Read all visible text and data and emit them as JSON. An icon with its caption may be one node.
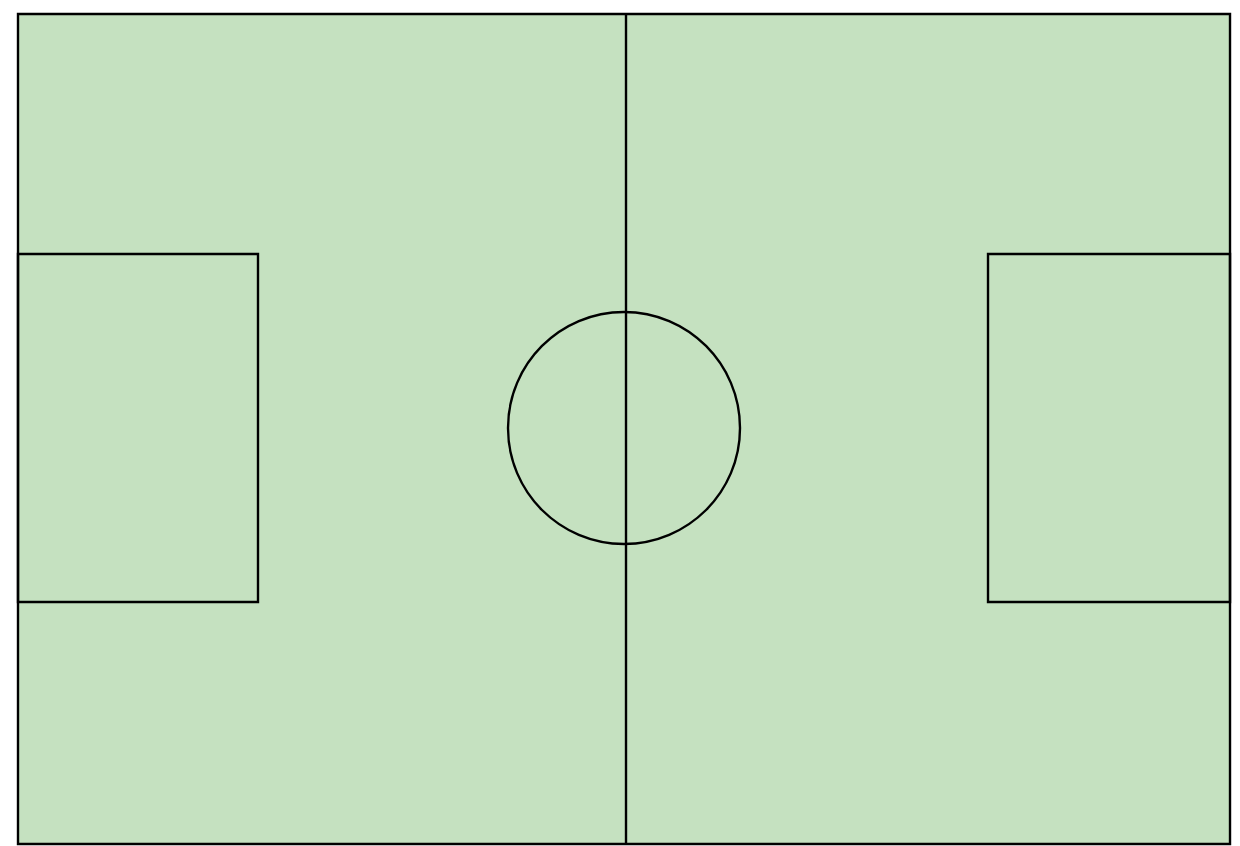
{
  "diagram": {
    "nodes": [
      {
        "text": [],
        "shape": "box"
      },
      {
        "text": [],
        "shape": "box",
        "in": 0
      },
      {
        "text": [],
        "shape": "circle",
        "in": 0
      },
      {
        "text": [],
        "shape": "box",
        "in": 0
      }
    ]
  }
}
